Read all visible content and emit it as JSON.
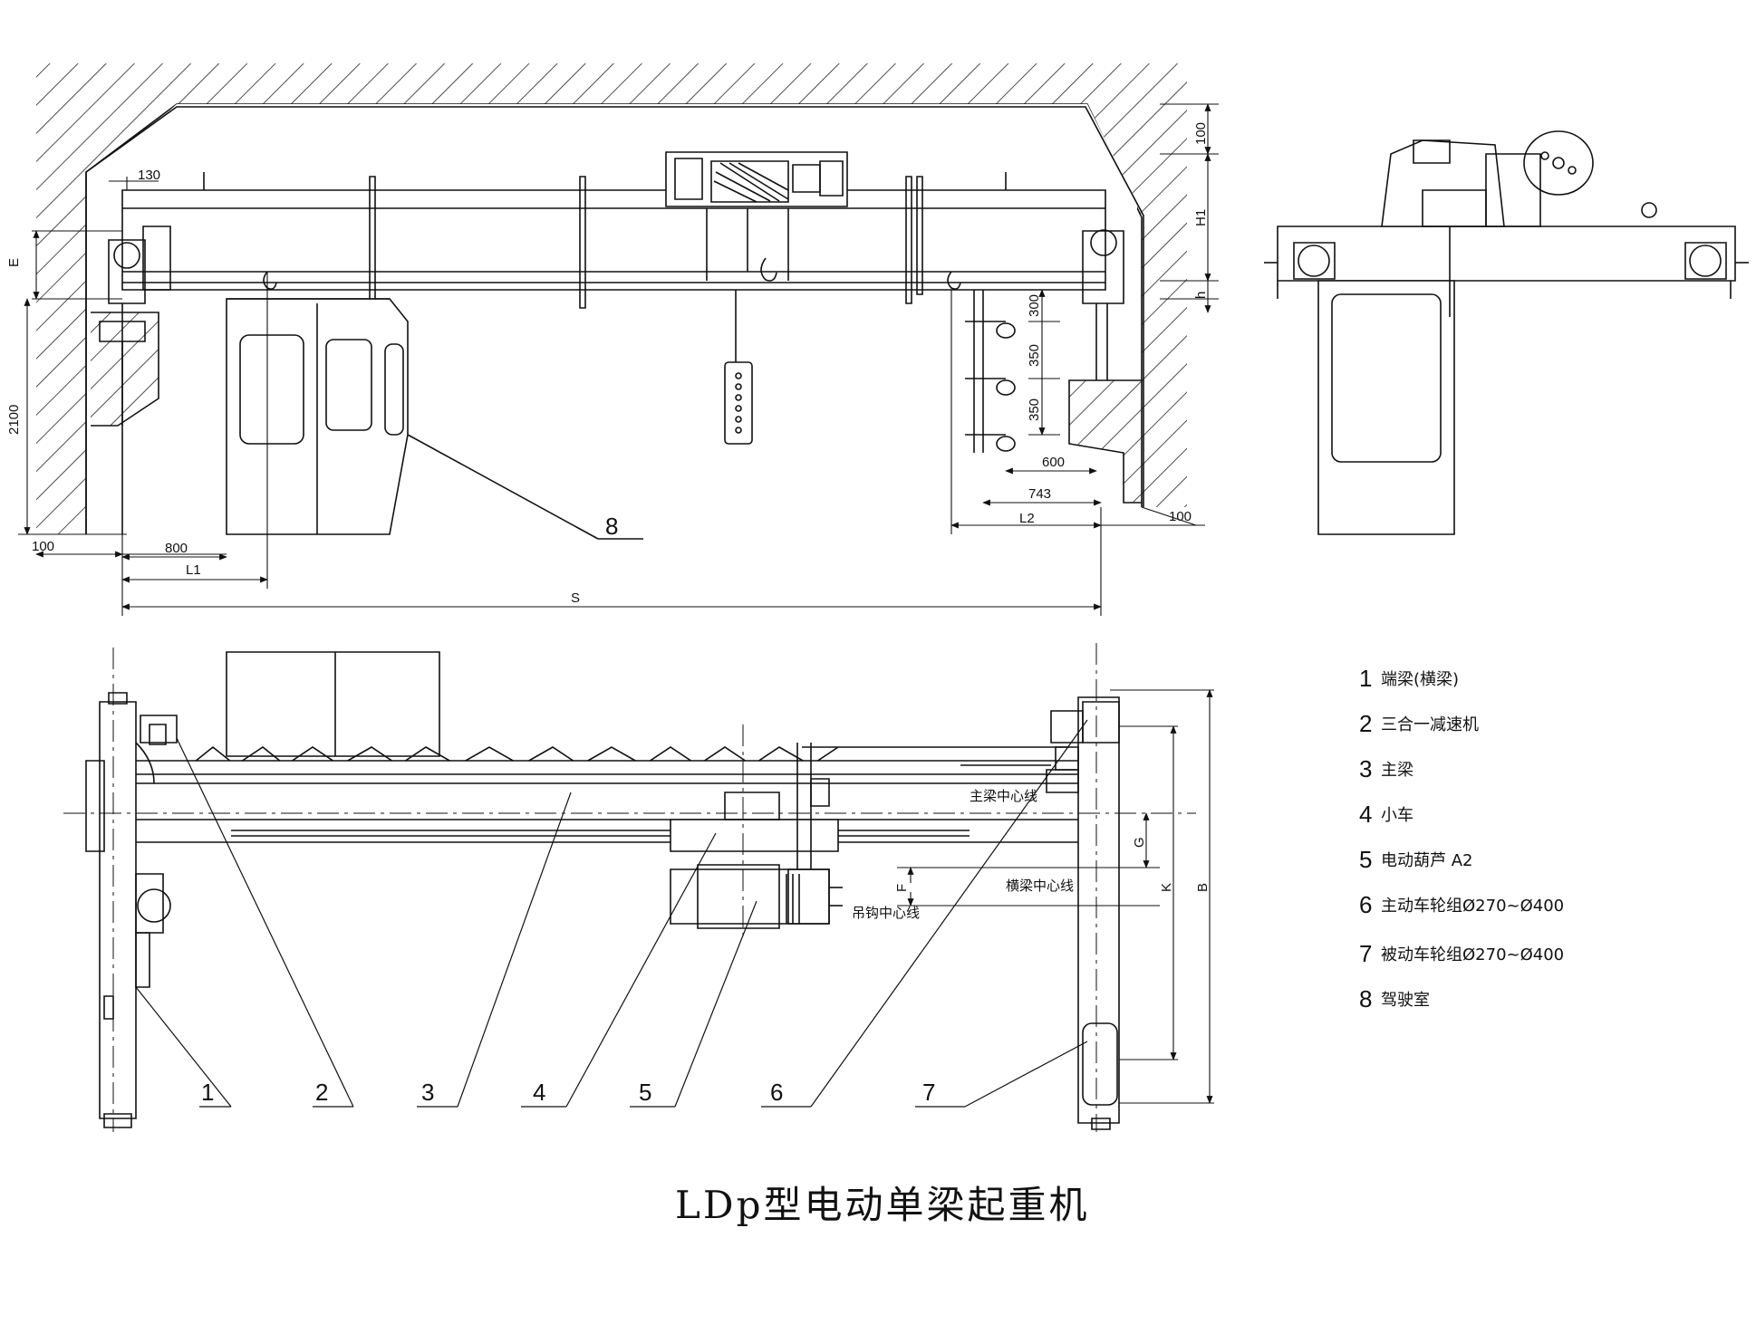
{
  "title": "LDp型电动单梁起重机",
  "colors": {
    "ink": "#111111",
    "paper": "#ffffff"
  },
  "top_view_dims": {
    "d130": "130",
    "dE": "E",
    "d2100": "2100",
    "d100_left": "100",
    "d800": "800",
    "dL1": "L1",
    "dS": "S",
    "d300": "300",
    "d350_a": "350",
    "d350_b": "350",
    "d600": "600",
    "d743": "743",
    "dL2": "L2",
    "d100_right": "100",
    "d100_top": "100",
    "dH1": "H1",
    "dh": "h"
  },
  "plan_view_dims": {
    "main_beam_centerline": "主梁中心线",
    "cross_beam_centerline": "横梁中心线",
    "hook_centerline": "吊钩中心线",
    "dG": "G",
    "dF": "F",
    "dK": "K",
    "dB": "B"
  },
  "callouts": [
    "1",
    "2",
    "3",
    "4",
    "5",
    "6",
    "7",
    "8"
  ],
  "legend": [
    {
      "num": "1",
      "text": "端梁(横梁)"
    },
    {
      "num": "2",
      "text": "三合一减速机"
    },
    {
      "num": "3",
      "text": "主梁"
    },
    {
      "num": "4",
      "text": "小车"
    },
    {
      "num": "5",
      "text": "电动葫芦 A2"
    },
    {
      "num": "6",
      "text": "主动车轮组Ø270~Ø400"
    },
    {
      "num": "7",
      "text": "被动车轮组Ø270~Ø400"
    },
    {
      "num": "8",
      "text": "驾驶室"
    }
  ]
}
